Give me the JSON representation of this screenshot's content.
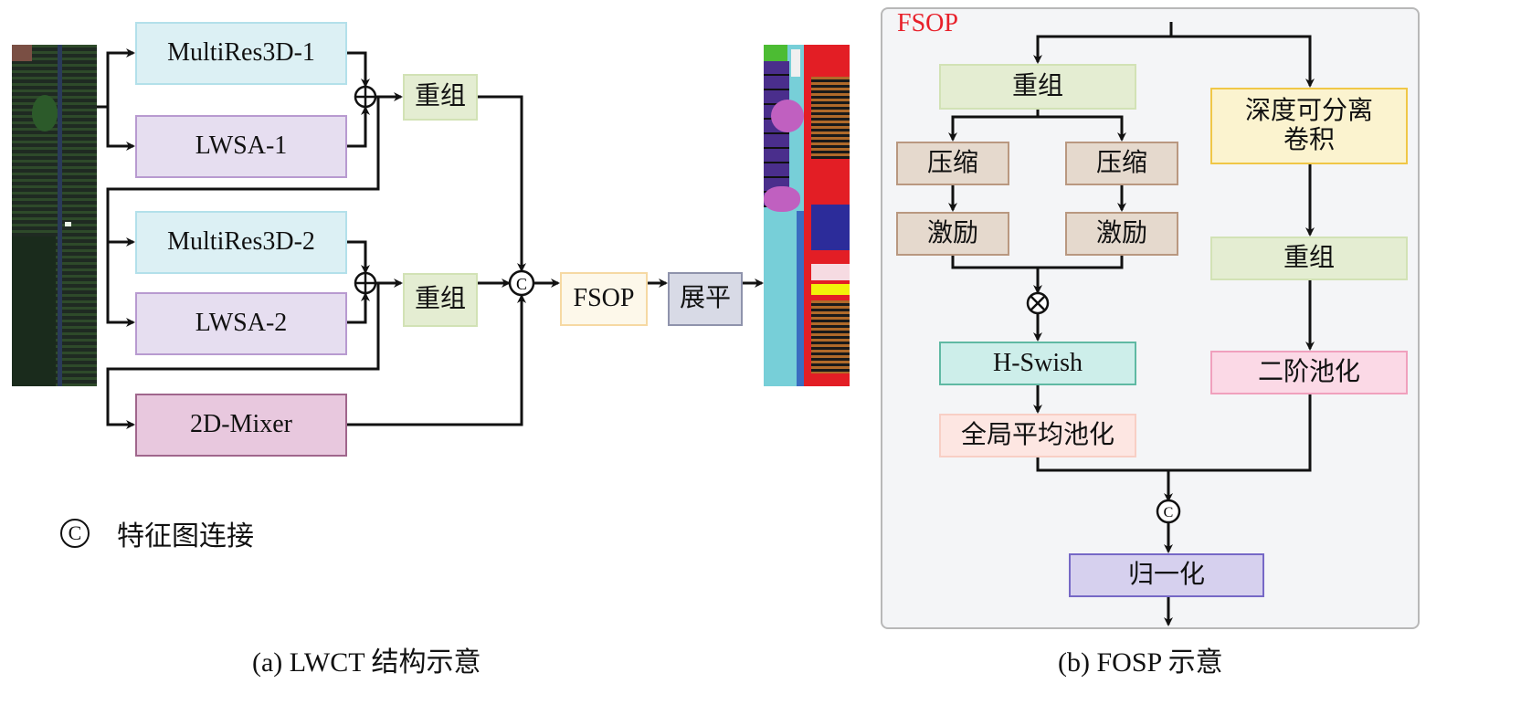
{
  "panel_a": {
    "caption": "(a) LWCT 结构示意",
    "blocks": {
      "multires1": "MultiRes3D-1",
      "lwsa1": "LWSA-1",
      "regroup1": "重组",
      "multires2": "MultiRes3D-2",
      "lwsa2": "LWSA-2",
      "regroup2": "重组",
      "mixer": "2D-Mixer",
      "fsop": "FSOP",
      "flatten": "展平"
    },
    "concat_symbol": "C",
    "add_symbol": "⊕",
    "legend": {
      "symbol": "C",
      "label": "特征图连接"
    },
    "input_image": "hyperspectral-aerial-image",
    "output_image": "classification-map"
  },
  "panel_b": {
    "title": "FSOP",
    "caption": "(b) FOSP 示意",
    "title_color": "#e8202a",
    "blocks": {
      "regroup_left": "重组",
      "compress_left": "压缩",
      "compress_right": "压缩",
      "excite_left": "激励",
      "excite_right": "激励",
      "hswish": "H-Swish",
      "gap": "全局平均池化",
      "dwconv": "深度可分离\n卷积",
      "dwconv_line1": "深度可分离",
      "dwconv_line2": "卷积",
      "regroup_right": "重组",
      "second_order_pool": "二阶池化",
      "normalize": "归一化"
    },
    "multiply_symbol": "⊗",
    "concat_symbol": "C"
  }
}
